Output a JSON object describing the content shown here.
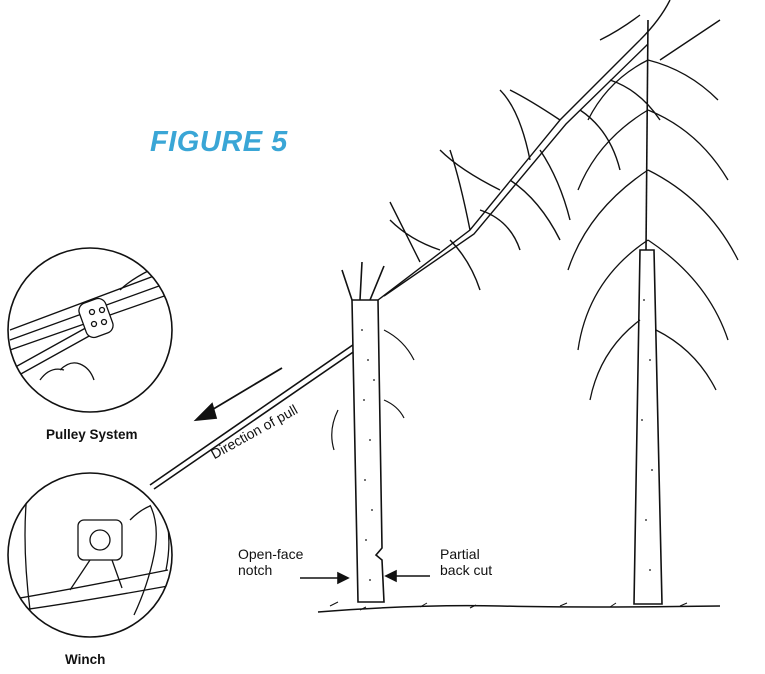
{
  "figure": {
    "title": "FIGURE 5",
    "title_color": "#3aa6d6"
  },
  "labels": {
    "pulley_system": "Pulley System",
    "winch": "Winch",
    "direction_of_pull": "Direction of pull",
    "open_face_line1": "Open-face",
    "open_face_line2": "notch",
    "partial_line1": "Partial",
    "partial_line2": "back cut"
  },
  "colors": {
    "ink": "#111111",
    "background": "#ffffff"
  }
}
